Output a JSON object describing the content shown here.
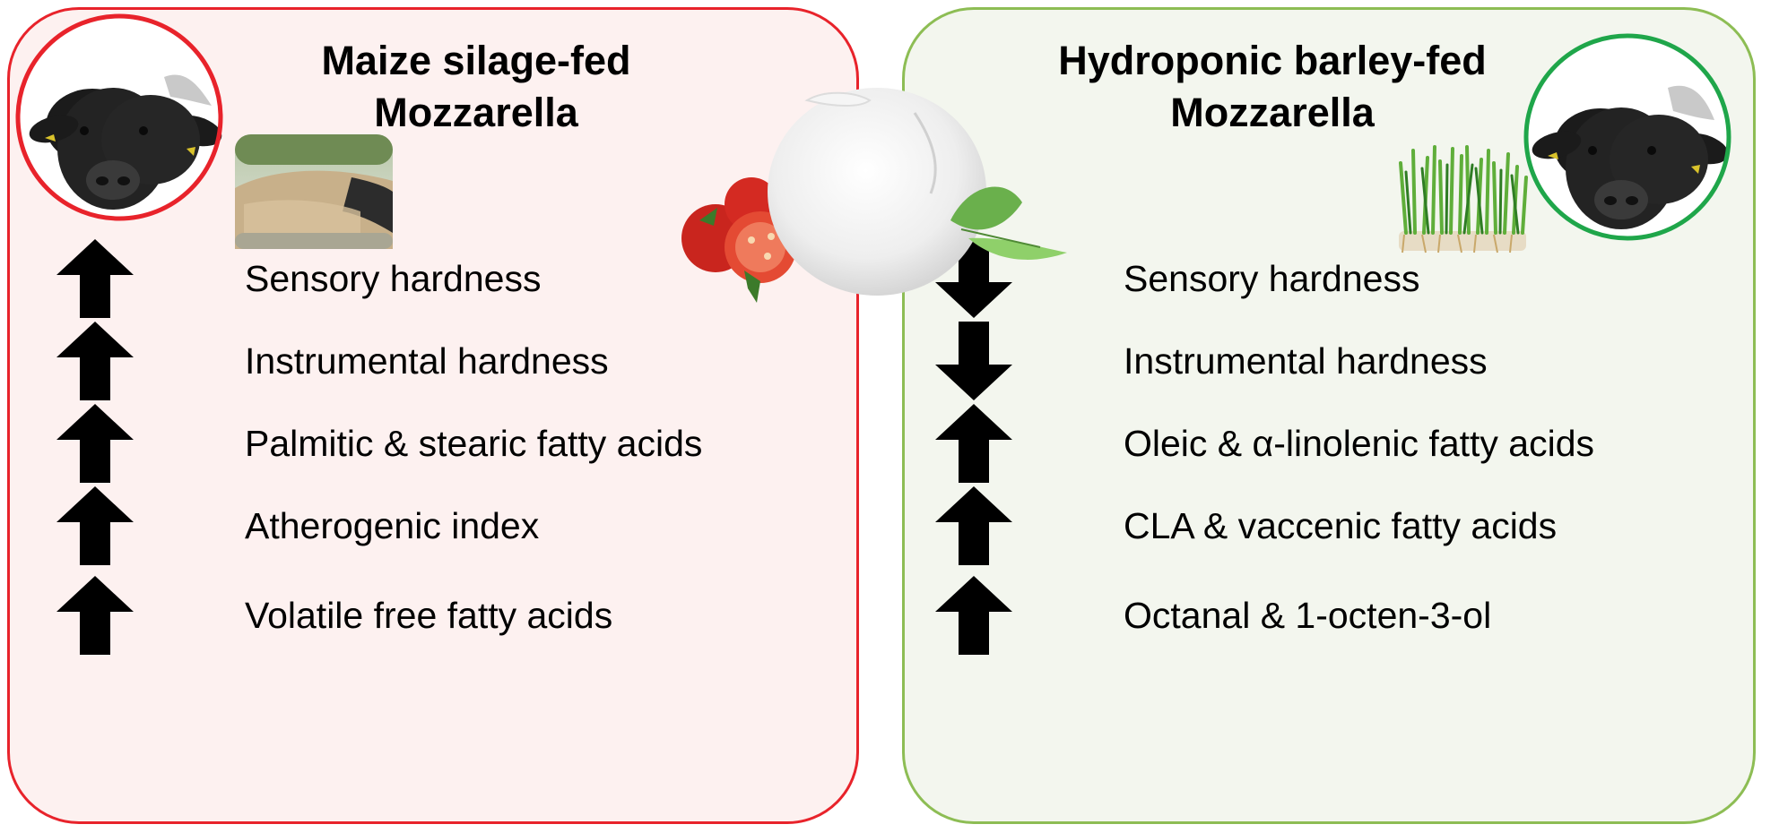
{
  "left_panel": {
    "title_line1": "Maize silage-fed",
    "title_line2": "Mozzarella",
    "border_color": "#e8232b",
    "fill_color": "#fdf1f0",
    "effects": [
      {
        "direction": "up",
        "label": "Sensory hardness"
      },
      {
        "direction": "up",
        "label": "Instrumental hardness"
      },
      {
        "direction": "up",
        "label": "Palmitic & stearic fatty acids"
      },
      {
        "direction": "up",
        "label": "Atherogenic index"
      },
      {
        "direction": "up",
        "label": "Volatile free fatty acids"
      }
    ]
  },
  "right_panel": {
    "title_line1": "Hydroponic barley-fed",
    "title_line2": "Mozzarella",
    "border_color": "#8dbd54",
    "fill_color": "#f3f6ee",
    "effects": [
      {
        "direction": "down",
        "label": "Sensory hardness"
      },
      {
        "direction": "down",
        "label": "Instrumental hardness"
      },
      {
        "direction": "up",
        "label": "Oleic & α-linolenic fatty acids"
      },
      {
        "direction": "up",
        "label": "CLA & vaccenic fatty acids"
      },
      {
        "direction": "up",
        "label": "Octanal & 1-octen-3-ol"
      }
    ]
  },
  "icons": {
    "buffalo_left": "buffalo-icon",
    "buffalo_right": "buffalo-icon",
    "silage": "maize-silage-photo",
    "barley": "hydroponic-barley-photo",
    "mozzarella": "mozzarella-tomato-basil-illustration",
    "ring_left_color": "#e8232b",
    "ring_right_color": "#1fa64a"
  }
}
